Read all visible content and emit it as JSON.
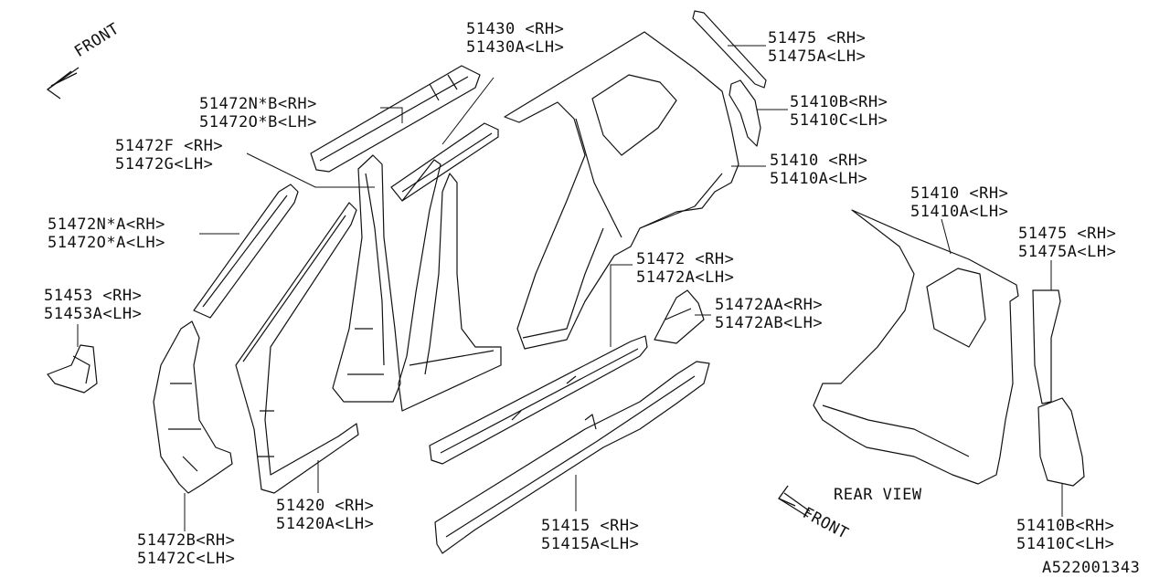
{
  "callouts": [
    {
      "id": "51430",
      "rh": "51430 <RH>",
      "lh": "51430A<LH>"
    },
    {
      "id": "51475-top",
      "rh": "51475 <RH>",
      "lh": "51475A<LH>"
    },
    {
      "id": "51472N-B",
      "rh": "51472N*B<RH>",
      "lh": "51472O*B<LH>"
    },
    {
      "id": "51410B-top",
      "rh": "51410B<RH>",
      "lh": "51410C<LH>"
    },
    {
      "id": "51472F",
      "rh": "51472F <RH>",
      "lh": "51472G<LH>"
    },
    {
      "id": "51410-top",
      "rh": "51410 <RH>",
      "lh": "51410A<LH>"
    },
    {
      "id": "51472N-A",
      "rh": "51472N*A<RH>",
      "lh": "51472O*A<LH>"
    },
    {
      "id": "51410-rear",
      "rh": "51410 <RH>",
      "lh": "51410A<LH>"
    },
    {
      "id": "51475-rear",
      "rh": "51475 <RH>",
      "lh": "51475A<LH>"
    },
    {
      "id": "51472",
      "rh": "51472 <RH>",
      "lh": "51472A<LH>"
    },
    {
      "id": "51453",
      "rh": "51453 <RH>",
      "lh": "51453A<LH>"
    },
    {
      "id": "51472AA",
      "rh": "51472AA<RH>",
      "lh": "51472AB<LH>"
    },
    {
      "id": "51420",
      "rh": "51420 <RH>",
      "lh": "51420A<LH>"
    },
    {
      "id": "51415",
      "rh": "51415 <RH>",
      "lh": "51415A<LH>"
    },
    {
      "id": "51472B",
      "rh": "51472B<RH>",
      "lh": "51472C<LH>"
    },
    {
      "id": "51410B-rear",
      "rh": "51410B<RH>",
      "lh": "51410C<LH>"
    }
  ],
  "direction_labels": {
    "front_top": "FRONT",
    "front_rear": "FRONT",
    "rear_view": "REAR VIEW"
  },
  "diagram_code": "A522001343"
}
